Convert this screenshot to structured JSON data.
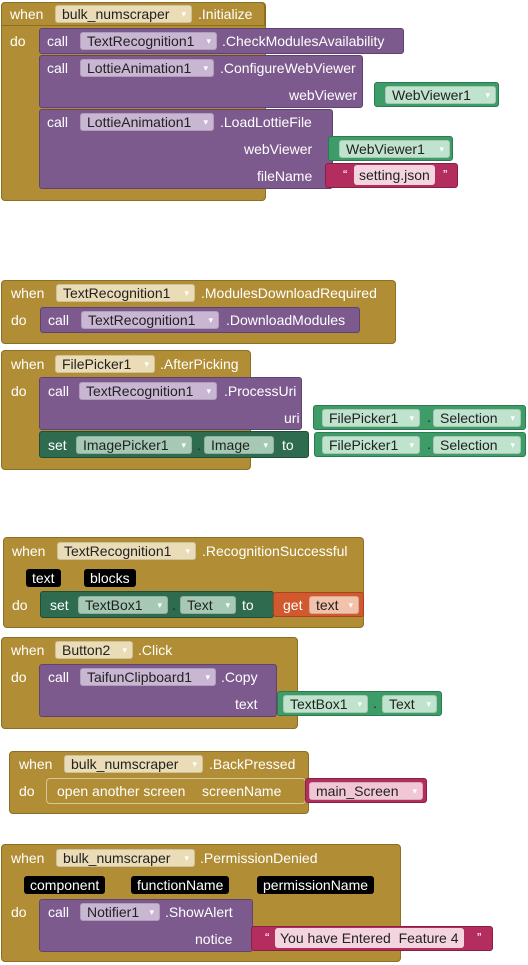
{
  "kw": {
    "when": "when",
    "do": "do",
    "call": "call",
    "set": "set",
    "to": "to",
    "get": "get"
  },
  "b1": {
    "component": "bulk_numscraper",
    "event": ".Initialize",
    "s1": {
      "component": "TextRecognition1",
      "method": ".CheckModulesAvailability"
    },
    "s2": {
      "component": "LottieAnimation1",
      "method": ".ConfigureWebViewer",
      "arg_label": "webViewer",
      "arg_value": "WebViewer1"
    },
    "s3": {
      "component": "LottieAnimation1",
      "method": ".LoadLottieFile",
      "arg1_label": "webViewer",
      "arg1_value": "WebViewer1",
      "arg2_label": "fileName",
      "arg2_value": "setting.json"
    }
  },
  "b2": {
    "component": "TextRecognition1",
    "event": ".ModulesDownloadRequired",
    "s1": {
      "component": "TextRecognition1",
      "method": ".DownloadModules"
    }
  },
  "b3": {
    "component": "FilePicker1",
    "event": ".AfterPicking",
    "s1": {
      "component": "TextRecognition1",
      "method": ".ProcessUri",
      "arg_label": "uri",
      "arg_component": "FilePicker1",
      "arg_property": "Selection"
    },
    "s2": {
      "component": "ImagePicker1",
      "property": "Image",
      "value_component": "FilePicker1",
      "value_property": "Selection"
    }
  },
  "b4": {
    "component": "TextRecognition1",
    "event": ".RecognitionSuccessful",
    "params": [
      "text",
      "blocks"
    ],
    "s1": {
      "component": "TextBox1",
      "property": "Text",
      "get_var": "text"
    }
  },
  "b5": {
    "component": "Button2",
    "event": ".Click",
    "s1": {
      "component": "TaifunClipboard1",
      "method": ".Copy",
      "arg_label": "text",
      "arg_component": "TextBox1",
      "arg_property": "Text"
    }
  },
  "b6": {
    "component": "bulk_numscraper",
    "event": ".BackPressed",
    "s1": {
      "label": "open another screen",
      "arg_label": "screenName",
      "arg_value": "main_Screen"
    }
  },
  "b7": {
    "component": "bulk_numscraper",
    "event": ".PermissionDenied",
    "params": [
      "component",
      "functionName",
      "permissionName"
    ],
    "s1": {
      "component": "Notifier1",
      "method": ".ShowAlert",
      "arg_label": "notice",
      "arg_value": "You have Entered  Feature 4"
    }
  },
  "glyphs": {
    "dropdown": "▾",
    "open_quote": "“",
    "close_quote": "”",
    "dot": "."
  },
  "colors": {
    "event": "#b18e35",
    "procedure": "#7d5a8e",
    "setter": "#2e6b4f",
    "component": "#3e9c69",
    "text": "#b32d5e",
    "getter": "#d1592d"
  }
}
